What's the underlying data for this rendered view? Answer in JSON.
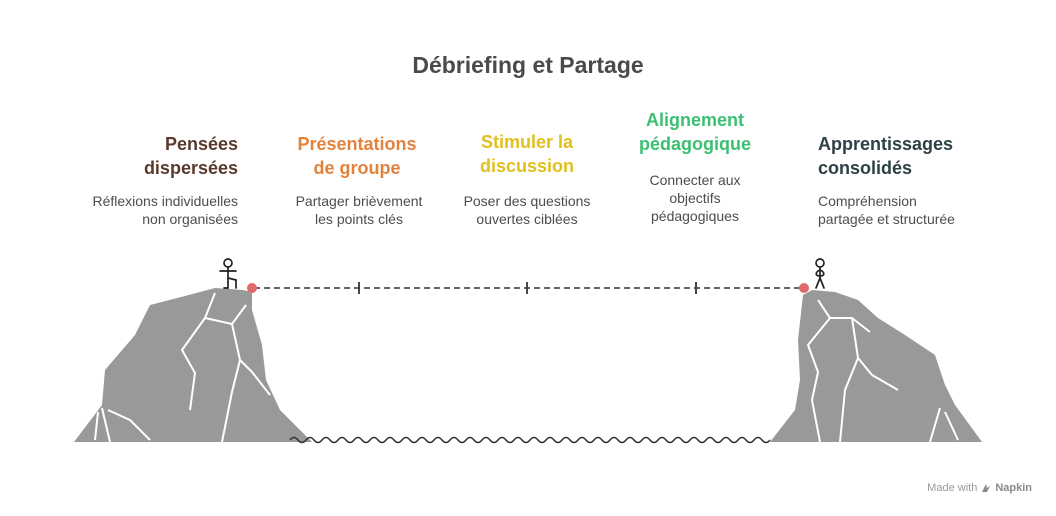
{
  "title": "Débriefing et Partage",
  "steps": [
    {
      "title_line1": "Pensées",
      "title_line2": "dispersées",
      "desc_line1": "Réflexions individuelles",
      "desc_line2": "non organisées",
      "desc_line3": "",
      "color": "#5b3a2e"
    },
    {
      "title_line1": "Présentations",
      "title_line2": "de groupe",
      "desc_line1": "Partager brièvement",
      "desc_line2": "les points clés",
      "desc_line3": "",
      "color": "#e5823a"
    },
    {
      "title_line1": "Stimuler la",
      "title_line2": "discussion",
      "desc_line1": "Poser des questions",
      "desc_line2": "ouvertes ciblées",
      "desc_line3": "",
      "color": "#e2c01c"
    },
    {
      "title_line1": "Alignement",
      "title_line2": "pédagogique",
      "desc_line1": "Connecter aux",
      "desc_line2": "objectifs",
      "desc_line3": "pédagogiques",
      "color": "#3bbf72"
    },
    {
      "title_line1": "Apprentissages",
      "title_line2": "consolidés",
      "desc_line1": "Compréhension",
      "desc_line2": "partagée et structurée",
      "desc_line3": "",
      "color": "#2d4144"
    }
  ],
  "footer": {
    "made_with": "Made with",
    "brand": "Napkin"
  },
  "colors": {
    "rock": "#999999",
    "rock_lines": "#ffffff",
    "marker": "#e06a6a",
    "dash": "#333333"
  },
  "icons": [
    "stick-figure-walking-icon",
    "stick-figure-standing-icon",
    "napkin-logo-icon"
  ]
}
